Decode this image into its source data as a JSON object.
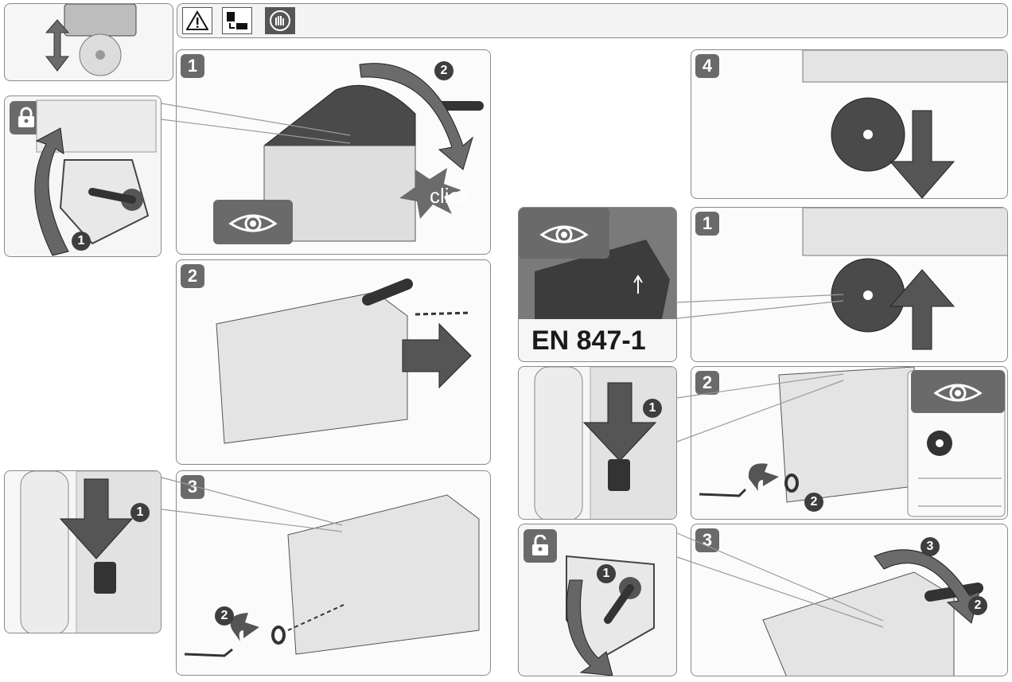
{
  "header": {
    "icons": [
      "warning-triangle-icon",
      "unplug-icon",
      "wear-gloves-icon"
    ]
  },
  "panels": {
    "left_top_step": "1",
    "left_mid_step": "2",
    "left_bot_step": "3",
    "right_top_step": "4",
    "right_mid_step": "1",
    "right_2_step": "2",
    "right_3_step": "3"
  },
  "callouts": {
    "lock_rotate_num": "1",
    "rotate_num_top": "2",
    "click_label": "click",
    "press_num_left": "1",
    "unscrew_num_left": "2",
    "press_num_right": "1",
    "unscrew_num_right": "2",
    "unlock_rotate_num": "1",
    "guard_num_3": "3",
    "guard_num_2": "2"
  },
  "standard_label": "EN 847-1",
  "colors": {
    "panel_border": "#8a8a8a",
    "badge": "#6a6a6a",
    "arrow": "#555555",
    "background": "#ffffff"
  }
}
